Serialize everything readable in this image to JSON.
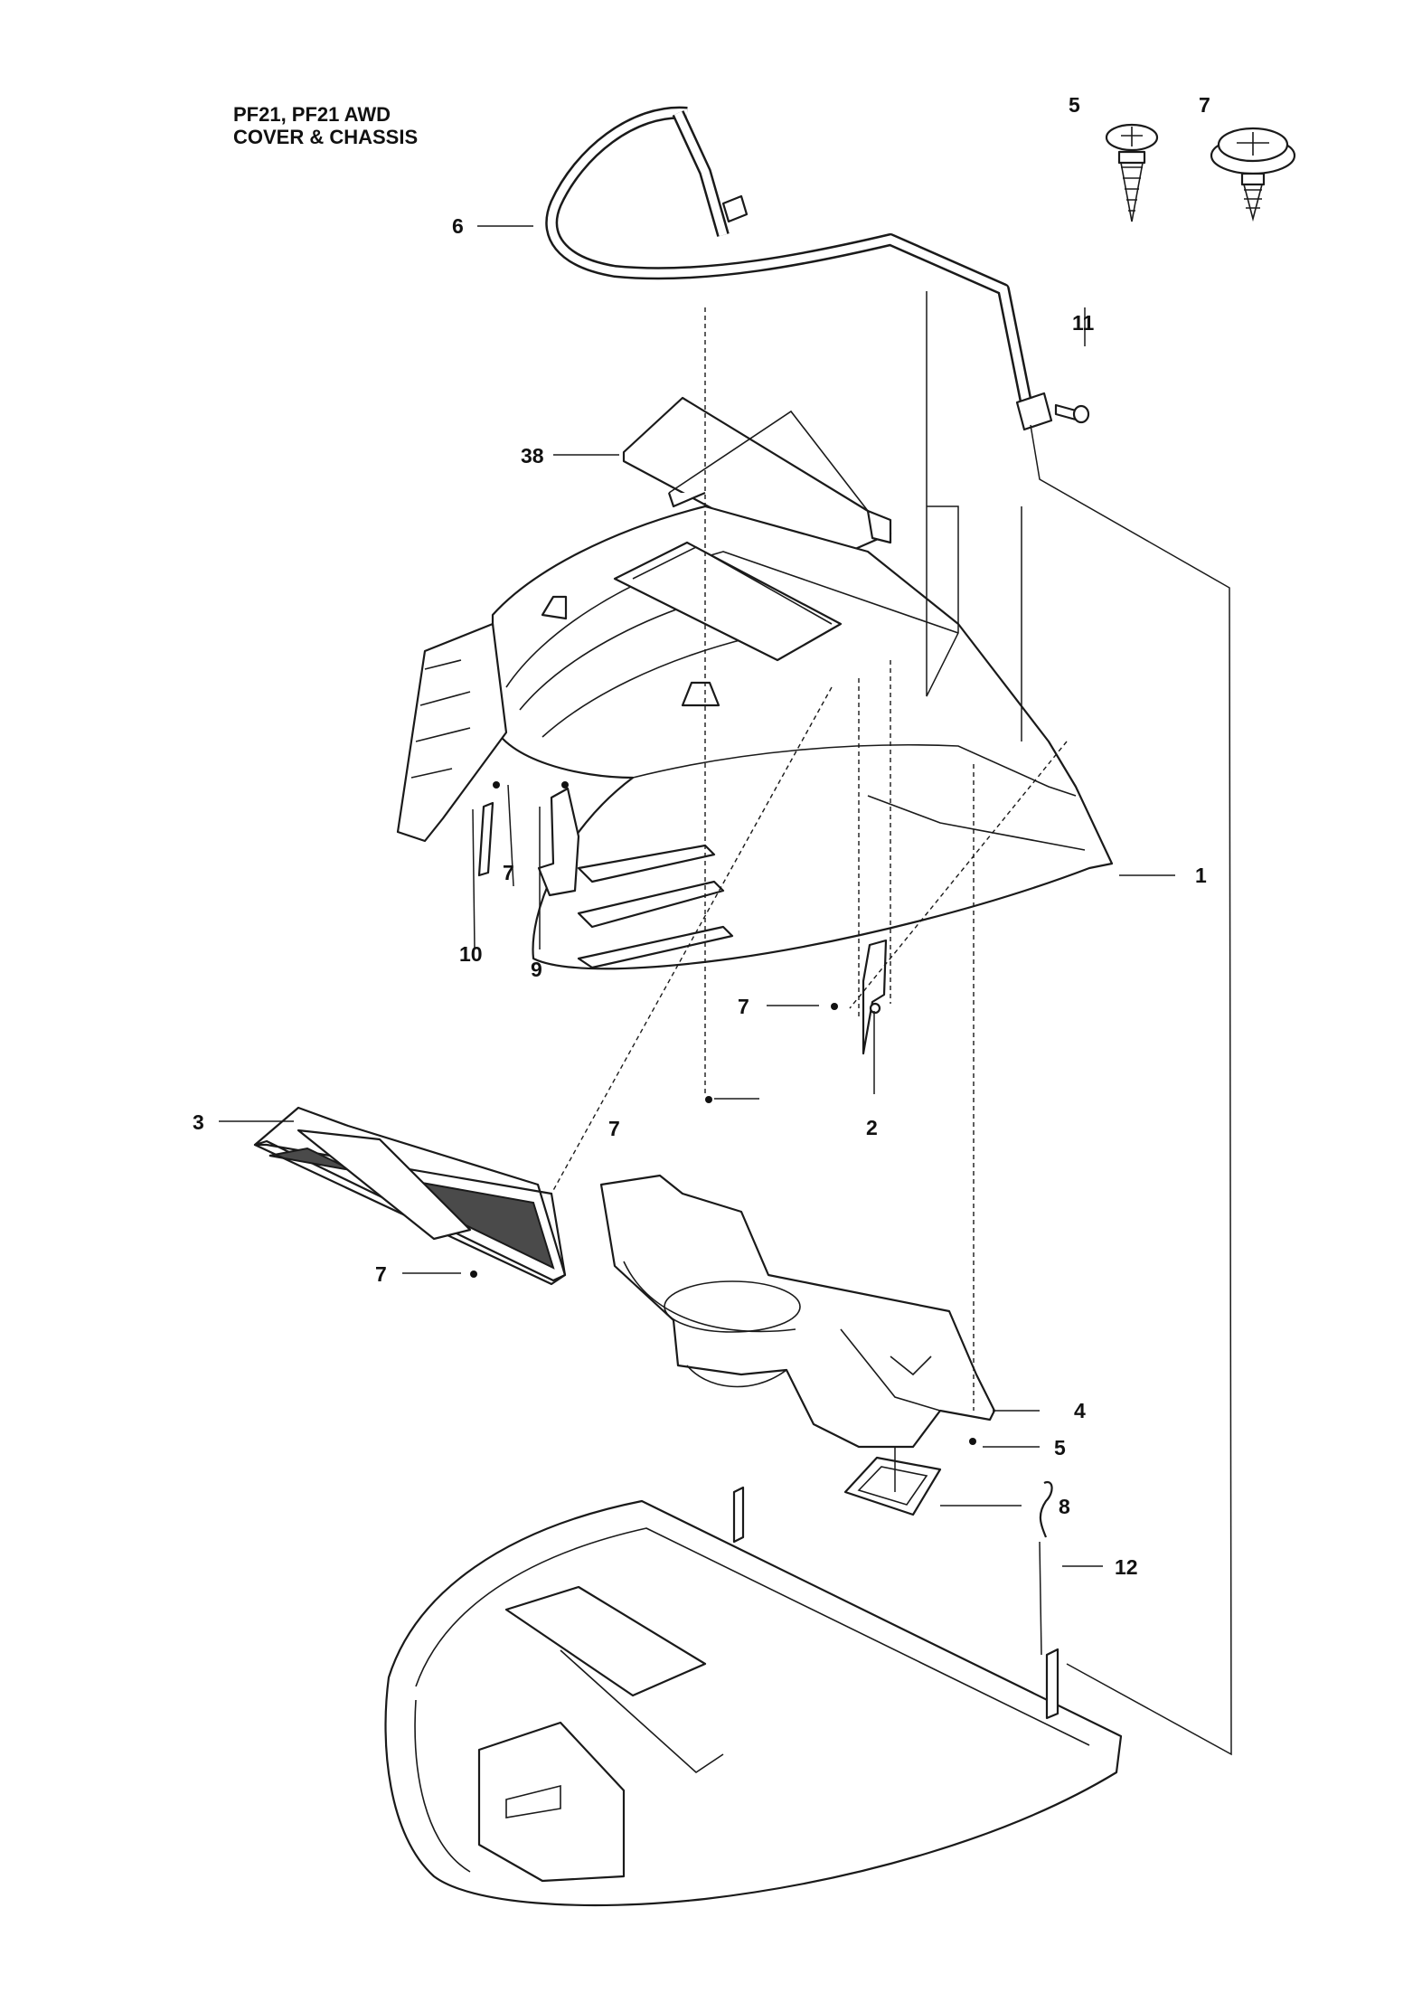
{
  "header": {
    "line1": "PF21, PF21 AWD",
    "line2": "COVER & CHASSIS"
  },
  "callouts": [
    {
      "id": "c1",
      "text": "1"
    },
    {
      "id": "c2",
      "text": "2"
    },
    {
      "id": "c3",
      "text": "3"
    },
    {
      "id": "c4",
      "text": "4"
    },
    {
      "id": "c5a",
      "text": "5"
    },
    {
      "id": "c5b",
      "text": "5"
    },
    {
      "id": "c6",
      "text": "6"
    },
    {
      "id": "c7a",
      "text": "7"
    },
    {
      "id": "c7b",
      "text": "7"
    },
    {
      "id": "c7c",
      "text": "7"
    },
    {
      "id": "c7d",
      "text": "7"
    },
    {
      "id": "c7e",
      "text": "7"
    },
    {
      "id": "c8",
      "text": "8"
    },
    {
      "id": "c9",
      "text": "9"
    },
    {
      "id": "c10",
      "text": "10"
    },
    {
      "id": "c11",
      "text": "11"
    },
    {
      "id": "c12",
      "text": "12"
    },
    {
      "id": "c38",
      "text": "38"
    }
  ],
  "colors": {
    "ink": "#1a1a1a",
    "paper": "#ffffff",
    "mesh": "#4a4a4a"
  }
}
